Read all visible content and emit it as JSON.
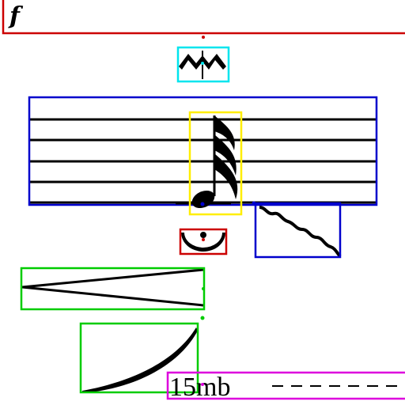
{
  "score": {
    "dynamic_marking": "f",
    "ottava_label": "15mb",
    "note_value": "sixteenth-note",
    "staff_line_count": 5,
    "symbols": [
      {
        "kind": "dynamic",
        "name": "dynamic-f-marking"
      },
      {
        "kind": "ornament",
        "name": "mordent-ornament"
      },
      {
        "kind": "staff",
        "name": "five-line-staff"
      },
      {
        "kind": "note",
        "name": "sixteenth-note"
      },
      {
        "kind": "ornament",
        "name": "trill-wavy-line"
      },
      {
        "kind": "articulation",
        "name": "fermata-below"
      },
      {
        "kind": "hairpin",
        "name": "decrescendo-hairpin"
      },
      {
        "kind": "slur",
        "name": "slur-curve"
      },
      {
        "kind": "octave-line",
        "name": "ottava-15mb-line"
      }
    ]
  },
  "annotation_colors": {
    "dynamic": "#cc0000",
    "ornament": "#00e5ee",
    "staff": "#0000cc",
    "note": "#ffee00",
    "trill": "#0000cc",
    "fermata": "#cc0000",
    "hairpin": "#00cc00",
    "slur": "#00cc00",
    "ottava": "#dd00dd"
  },
  "ink_color": "#000000"
}
